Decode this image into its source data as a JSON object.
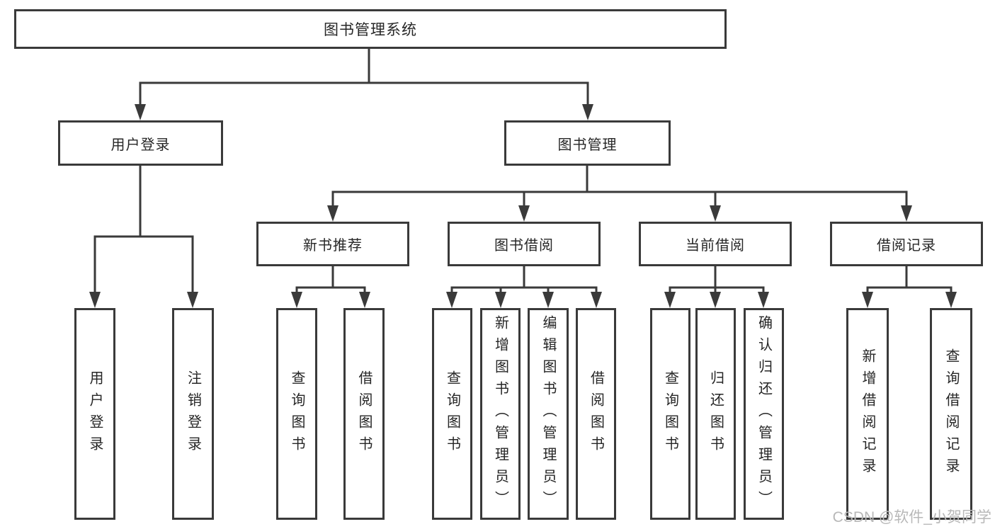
{
  "diagram": {
    "title": "图书管理系统",
    "tree": {
      "label": "图书管理系统",
      "children": [
        {
          "label": "用户登录",
          "children": [
            {
              "label": "用户登录"
            },
            {
              "label": "注销登录"
            }
          ]
        },
        {
          "label": "图书管理",
          "children": [
            {
              "label": "新书推荐",
              "children": [
                {
                  "label": "查询图书"
                },
                {
                  "label": "借阅图书"
                }
              ]
            },
            {
              "label": "图书借阅",
              "children": [
                {
                  "label": "查询图书"
                },
                {
                  "label": "新增图书（管理员）"
                },
                {
                  "label": "编辑图书（管理员）"
                },
                {
                  "label": "借阅图书"
                }
              ]
            },
            {
              "label": "当前借阅",
              "children": [
                {
                  "label": "查询图书"
                },
                {
                  "label": "归还图书"
                },
                {
                  "label": "确认归还（管理员）"
                }
              ]
            },
            {
              "label": "借阅记录",
              "children": [
                {
                  "label": "新增借阅记录"
                },
                {
                  "label": "查询借阅记录"
                }
              ]
            }
          ]
        }
      ]
    },
    "colors": {
      "line": "#3a3a3a",
      "text": "#262626",
      "background": "#ffffff",
      "watermark_text": "#b8b8b8"
    }
  },
  "watermark": {
    "text": "CSDN @软件_小贺同学"
  }
}
